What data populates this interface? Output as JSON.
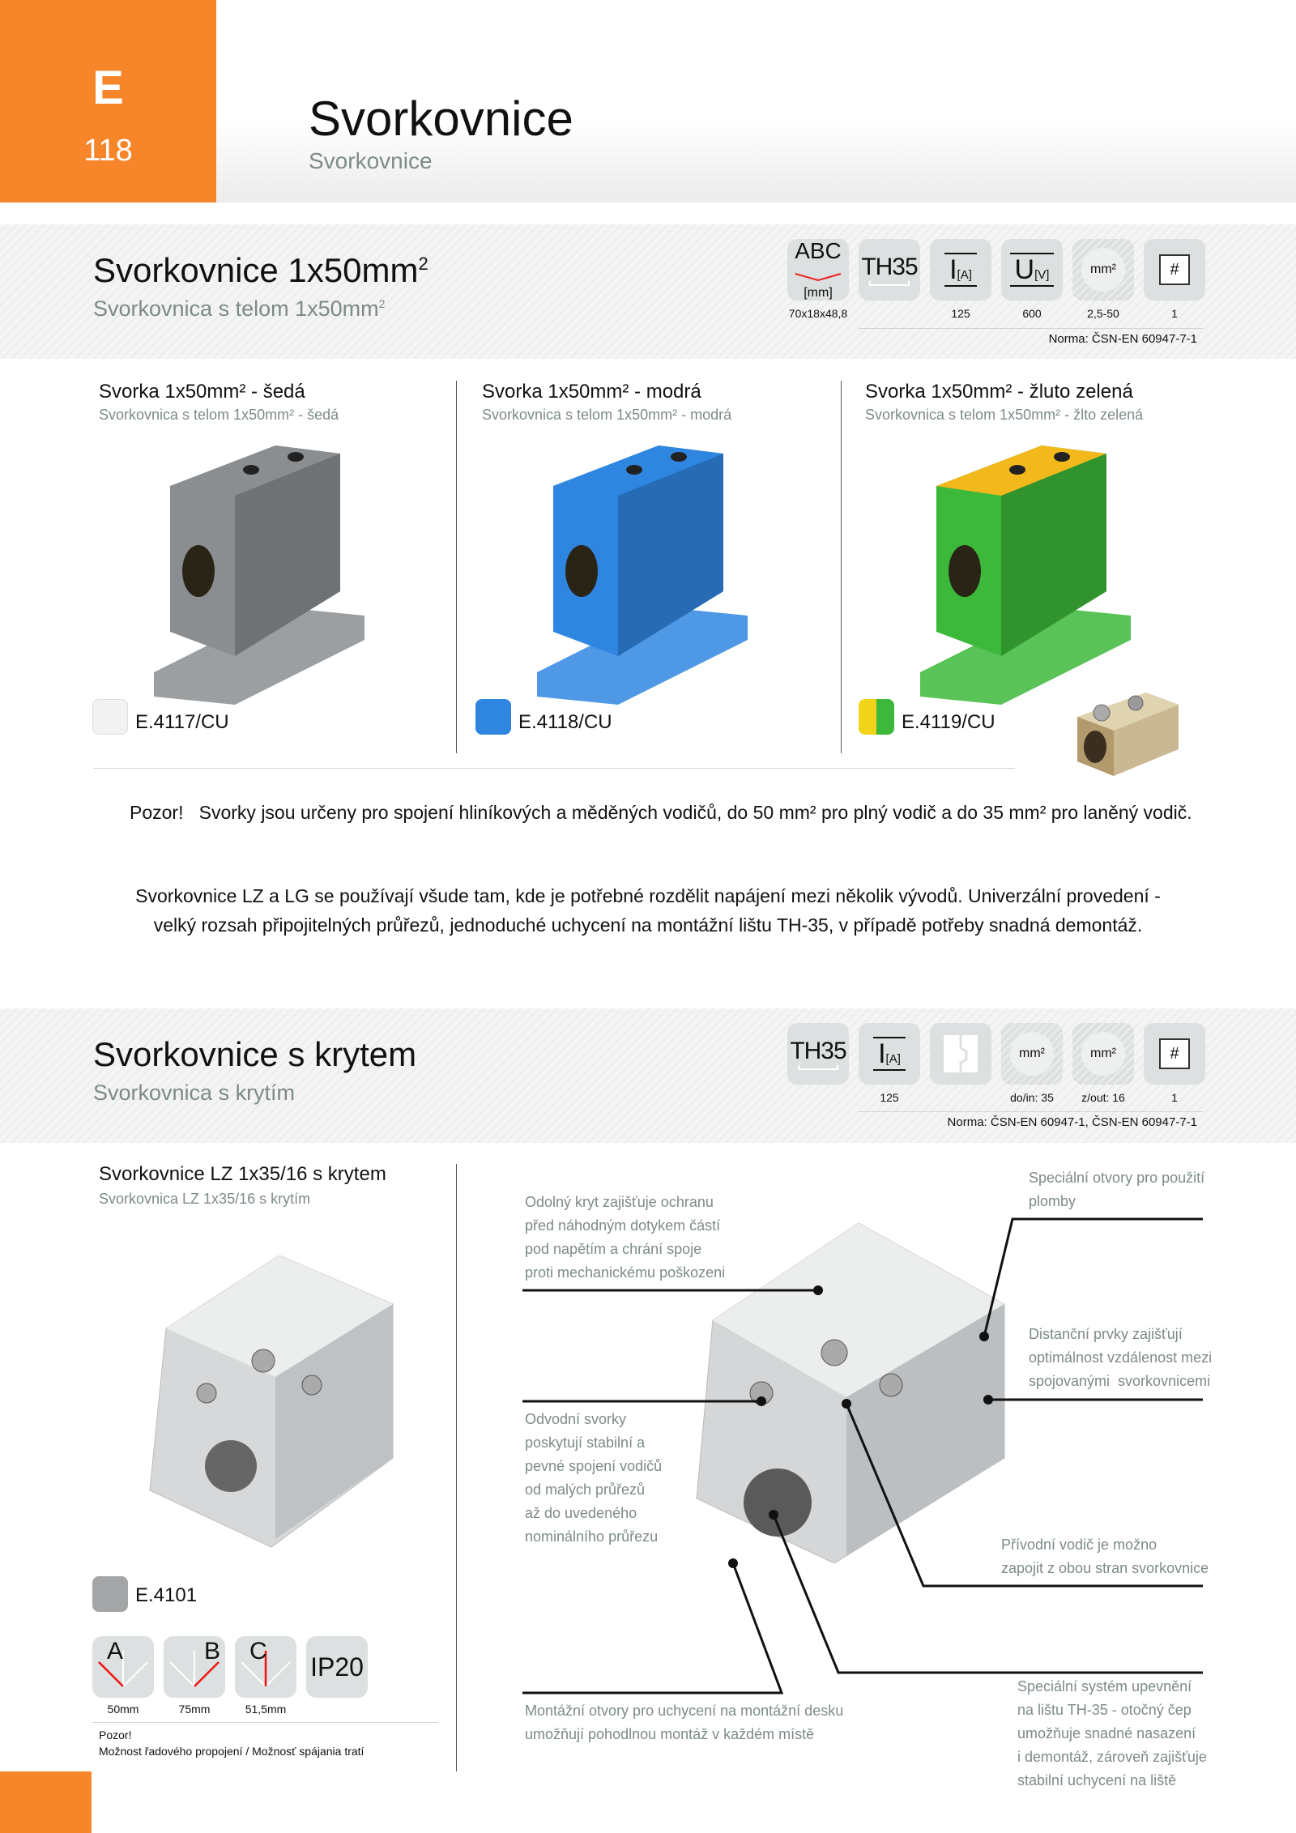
{
  "header": {
    "letter": "E",
    "page": "118",
    "title": "Svorkovnice",
    "subtitle": "Svorkovnice"
  },
  "section1": {
    "title": "Svorkovnice 1x50mm",
    "title_sup": "2",
    "subtitle": "Svorkovnica s telom 1x50mm",
    "subtitle_sup": "2",
    "specs": [
      {
        "icon": "dimensions-abc-icon",
        "label": "ABC",
        "unit": "[mm]",
        "value": "70x18x48,8"
      },
      {
        "icon": "din-rail-th35-icon",
        "label": "TH35",
        "value": ""
      },
      {
        "icon": "current-icon",
        "label": "I",
        "unit": "[A]",
        "value": "125"
      },
      {
        "icon": "voltage-icon",
        "label": "U",
        "unit": "[V]",
        "value": "600"
      },
      {
        "icon": "cross-section-icon",
        "label": "mm²",
        "value": "2,5-50"
      },
      {
        "icon": "package-quantity-icon",
        "label": "#",
        "value": "1"
      }
    ],
    "norma": "Norma: ČSN-EN 60947-7-1",
    "products": [
      {
        "title": "Svorka 1x50mm² - šedá",
        "subtitle": "Svorkovnica s telom 1x50mm² - šedá",
        "code": "E.4117/CU",
        "color": "#8a8e91"
      },
      {
        "title": "Svorka 1x50mm² - modrá",
        "subtitle": "Svorkovnica s telom 1x50mm² - modrá",
        "code": "E.4118/CU",
        "color": "#2f86e0"
      },
      {
        "title": "Svorka 1x50mm² -  žluto zelená",
        "subtitle": "Svorkovnica s telom 1x50mm² - žlto zelená",
        "code": "E.4119/CU",
        "color": "#3cb83a"
      }
    ],
    "warning": "Pozor!   Svorky jsou určeny pro spojení hliníkových a měděných vodičů, do 50 mm² pro plný vodič a do 35 mm² pro laněný vodič.",
    "description_line1": "Svorkovnice LZ a LG se používají všude tam, kde je potřebné rozdělit napájení mezi několik vývodů. Univerzální provedení -",
    "description_line2": "velký rozsah připojitelných průřezů, jednoduché uchycení na montážní lištu TH-35, v případě potřeby snadná demontáž."
  },
  "section2": {
    "title": "Svorkovnice s krytem",
    "subtitle": "Svorkovnica s krytím",
    "specs": [
      {
        "icon": "din-rail-th35-icon",
        "label": "TH35",
        "value": ""
      },
      {
        "icon": "current-icon",
        "label": "I",
        "unit": "[A]",
        "value": "125"
      },
      {
        "icon": "interlock-icon",
        "label": "",
        "value": ""
      },
      {
        "icon": "cross-section-in-icon",
        "label": "mm²",
        "value": "do/in: 35"
      },
      {
        "icon": "cross-section-out-icon",
        "label": "mm²",
        "value": "z/out: 16"
      },
      {
        "icon": "package-quantity-icon",
        "label": "#",
        "value": "1"
      }
    ],
    "norma": "Norma: ČSN-EN 60947-1, ČSN-EN 60947-7-1",
    "product": {
      "title": "Svorkovnice LZ 1x35/16 s krytem",
      "subtitle": "Svorkovnica LZ 1x35/16  s krytím",
      "code": "E.4101"
    },
    "dims": [
      {
        "label": "A",
        "value": "50mm"
      },
      {
        "label": "B",
        "value": "75mm"
      },
      {
        "label": "C",
        "value": "51,5mm"
      },
      {
        "label": "IP20",
        "value": ""
      }
    ],
    "note_title": "Pozor!",
    "note_text": "Možnost řadového propojení / Možnosť spájania tratí",
    "annotations": [
      "Odolný kryt zajišťuje ochranu\npřed náhodným dotykem částí\npod napětím a chrání spoje\nproti mechanickému poškozeni",
      "Speciální otvory pro použití\nplomby",
      "Distanční prvky zajišťují\noptimálnost vzdálenost mezi\nspojovanými  svorkovnicemi",
      "Odvodní svorky\nposkytují stabilní a\npevné spojení vodičů\nod malých průřezů\naž do uvedeného\nnominálního průřezu",
      "Přívodní vodič je možno\nzapojit z obou stran svorkovnice",
      "Montážní otvory pro uchycení na montážní desku\numožňují pohodlnou montáž v každém místě",
      "Speciální systém upevnění\nna lištu TH-35 - otočný čep\numožňuje snadné nasazení\ni demontáž, zároveň zajišťuje\nstabilní uchycení na liště"
    ]
  },
  "colors": {
    "accent": "#f7862a",
    "subtitle_gray": "#7d8b88"
  }
}
